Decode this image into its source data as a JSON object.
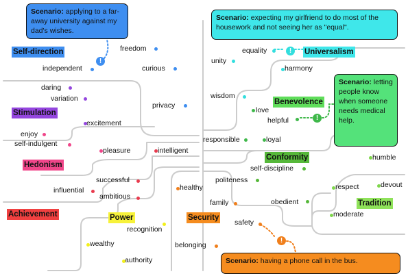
{
  "colors": {
    "openness": "#2e6fdc",
    "self_transcendence": "#33dede",
    "self_enhancement": "#e83b4e",
    "conservation": "#f07f1c",
    "benevolence": "#3fb84a",
    "universalism": "#33dede",
    "hedonism": "#ef3c86",
    "stimulation": "#8e3fd6",
    "power": "#f2ef1b",
    "achievement": "#e83b3b",
    "conformity": "#56b83a",
    "tradition": "#7ed64b",
    "security": "#f07f1c",
    "scenario_dad": "#3e8ef0",
    "scenario_girlfriend": "#3fe7ea",
    "scenario_medical": "#54e27a",
    "scenario_bus": "#f58c1f",
    "wire": "#cccccc"
  },
  "categories": [
    {
      "id": "self-direction",
      "label": "Self-direction",
      "color": "#3e8ef0"
    },
    {
      "id": "universalism",
      "label": "Universalism",
      "color": "#3fe7ea"
    },
    {
      "id": "stimulation",
      "label": "Stimulation",
      "color": "#9446de"
    },
    {
      "id": "benevolence",
      "label": "Benevolence",
      "color": "#5fdd5a"
    },
    {
      "id": "hedonism",
      "label": "Hedonism",
      "color": "#f0468a"
    },
    {
      "id": "conformity",
      "label": "Conformity",
      "color": "#56b83a"
    },
    {
      "id": "achievement",
      "label": "Achievement",
      "color": "#f04040"
    },
    {
      "id": "power",
      "label": "Power",
      "color": "#f7f23a"
    },
    {
      "id": "security",
      "label": "Security",
      "color": "#f58c1f"
    },
    {
      "id": "tradition",
      "label": "Tradition",
      "color": "#8fe25a"
    }
  ],
  "values": [
    {
      "label": "freedom",
      "color": "#3e8ef0"
    },
    {
      "label": "independent",
      "color": "#3e8ef0"
    },
    {
      "label": "curious",
      "color": "#3e8ef0"
    },
    {
      "label": "privacy",
      "color": "#3e8ef0"
    },
    {
      "label": "daring",
      "color": "#9446de"
    },
    {
      "label": "variation",
      "color": "#9446de"
    },
    {
      "label": "excitement",
      "color": "#9446de"
    },
    {
      "label": "enjoy",
      "color": "#f0468a"
    },
    {
      "label": "self-indulgent",
      "color": "#f0468a"
    },
    {
      "label": "pleasure",
      "color": "#f0468a"
    },
    {
      "label": "intelligent",
      "color": "#e83b4e"
    },
    {
      "label": "successful",
      "color": "#e83b4e"
    },
    {
      "label": "influential",
      "color": "#e83b4e"
    },
    {
      "label": "ambitious",
      "color": "#e83b4e"
    },
    {
      "label": "recognition",
      "color": "#f2ef1b"
    },
    {
      "label": "wealthy",
      "color": "#f2ef1b"
    },
    {
      "label": "authority",
      "color": "#f2ef1b"
    },
    {
      "label": "equality",
      "color": "#33dede"
    },
    {
      "label": "unity",
      "color": "#33dede"
    },
    {
      "label": "harmony",
      "color": "#33dede"
    },
    {
      "label": "wisdom",
      "color": "#33dede"
    },
    {
      "label": "love",
      "color": "#3fb84a"
    },
    {
      "label": "helpful",
      "color": "#3fb84a"
    },
    {
      "label": "responsible",
      "color": "#3fb84a"
    },
    {
      "label": "loyal",
      "color": "#3fb84a"
    },
    {
      "label": "self-discipline",
      "color": "#56b83a"
    },
    {
      "label": "politeness",
      "color": "#56b83a"
    },
    {
      "label": "obedient",
      "color": "#56b83a"
    },
    {
      "label": "humble",
      "color": "#7ed64b"
    },
    {
      "label": "respect",
      "color": "#7ed64b"
    },
    {
      "label": "devout",
      "color": "#7ed64b"
    },
    {
      "label": "moderate",
      "color": "#7ed64b"
    },
    {
      "label": "healthy",
      "color": "#f07f1c"
    },
    {
      "label": "family",
      "color": "#f07f1c"
    },
    {
      "label": "safety",
      "color": "#f07f1c"
    },
    {
      "label": "belonging",
      "color": "#f07f1c"
    }
  ],
  "scenarios": [
    {
      "id": "dad",
      "title": "Scenario:",
      "text": "applying to a far-away university against my dad's wishes.",
      "color": "#3e8ef0",
      "marker_color": "#3e8ef0"
    },
    {
      "id": "girlfriend",
      "title": "Scenario:",
      "text": "expecting my girlfriend to do most of the housework and not seeing her as \"equal\".",
      "color": "#3fe7ea",
      "marker_color": "#33dede"
    },
    {
      "id": "medical",
      "title": "Scenario:",
      "text": "letting people know when someone needs medical help.",
      "color": "#54e27a",
      "marker_color": "#3fb84a"
    },
    {
      "id": "bus",
      "title": "Scenario:",
      "text": "having a phone call in the bus.",
      "color": "#f58c1f",
      "marker_color": "#f07f1c"
    }
  ],
  "icons": {
    "scenario_marker": "exclamation-marker-icon",
    "value_dot": "dot-icon"
  }
}
